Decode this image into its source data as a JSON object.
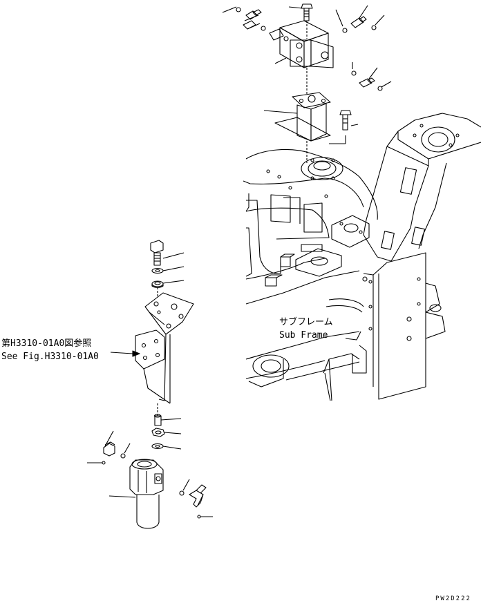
{
  "reference": {
    "jp": "第H3310-01A0図参照",
    "en": "See Fig.H3310-01A0"
  },
  "subframe": {
    "jp": "サブフレーム",
    "en": "Sub Frame"
  },
  "drawing_code": "PW2D222"
}
